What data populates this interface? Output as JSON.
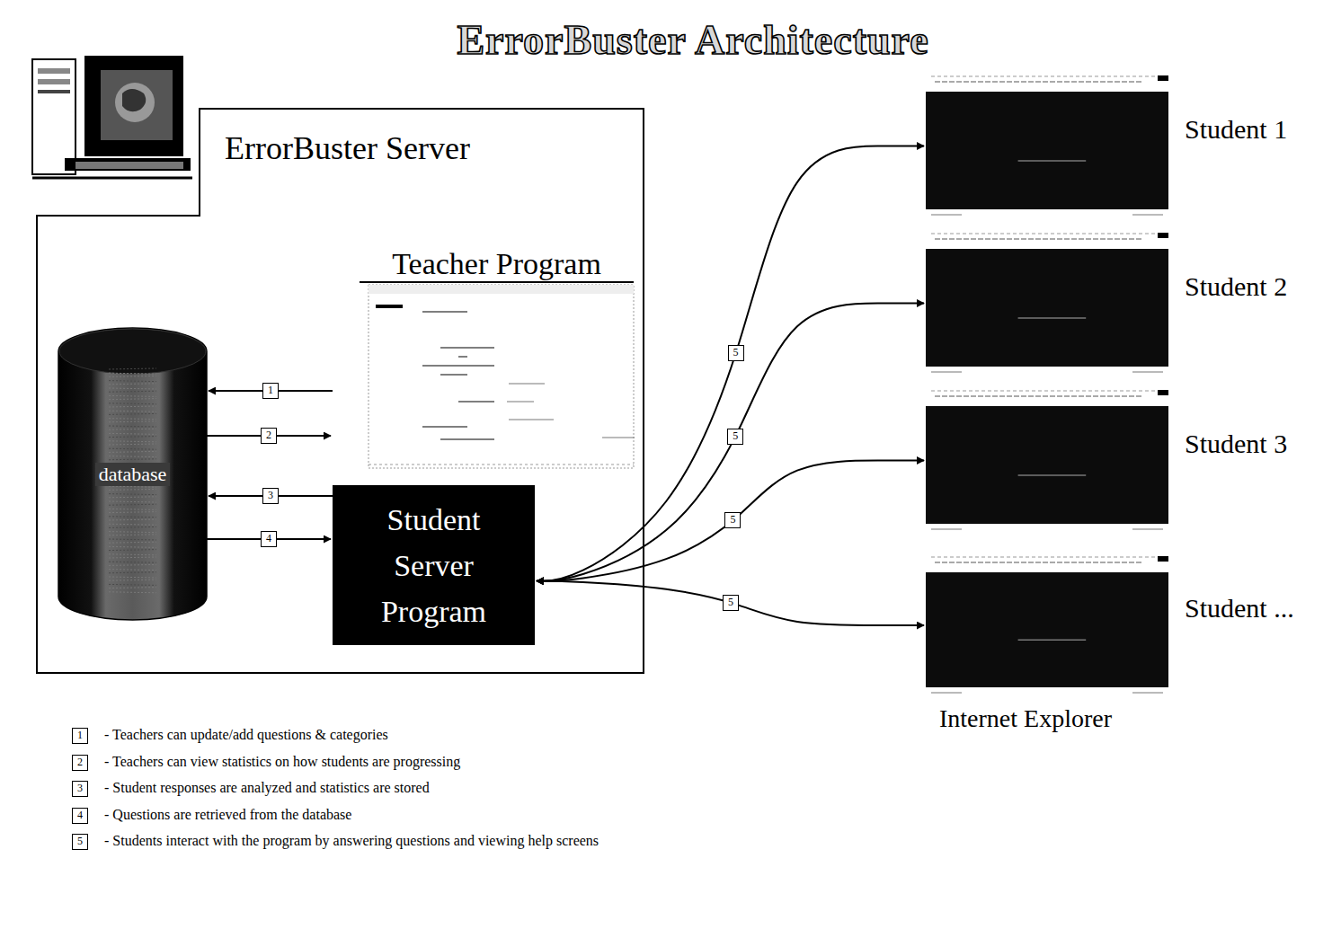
{
  "diagram": {
    "title": "ErrorBuster Architecture",
    "nodes": [
      {
        "text": [
          "ErrorBuster Server"
        ]
      },
      {
        "text": [
          "database"
        ],
        "in": 0
      },
      {
        "text": [
          "Teacher Program"
        ],
        "in": 0
      },
      {
        "text": [
          "Student Server Program"
        ],
        "in": 0
      },
      {
        "text": [
          "Student 1"
        ]
      },
      {
        "text": [
          "Student 2"
        ]
      },
      {
        "text": [
          "Student 3"
        ]
      },
      {
        "text": [
          "Student ..."
        ]
      }
    ],
    "edges": [
      {
        "from": 2,
        "to": 1,
        "label": "1",
        "arrow": "to"
      },
      {
        "from": 1,
        "to": 2,
        "label": "2",
        "arrow": "to"
      },
      {
        "from": 3,
        "to": 1,
        "label": "3",
        "arrow": "to"
      },
      {
        "from": 1,
        "to": 3,
        "label": "4",
        "arrow": "to"
      },
      {
        "from": 3,
        "to": 4,
        "label": "5",
        "arrow": "both"
      },
      {
        "from": 3,
        "to": 5,
        "label": "5",
        "arrow": "both"
      },
      {
        "from": 3,
        "to": 6,
        "label": "5",
        "arrow": "both"
      },
      {
        "from": 3,
        "to": 7,
        "label": "5",
        "arrow": "both"
      }
    ],
    "labels": [
      "Internet Explorer",
      "1",
      "2",
      "3",
      "4",
      "5"
    ],
    "legend": [
      {
        "text": "- Teachers can update/add questions & categories"
      },
      {
        "text": "- Teachers can view statistics on how students are progressing"
      },
      {
        "text": "- Student responses are analyzed and statistics are stored"
      },
      {
        "text": "- Questions are retrieved from the database"
      },
      {
        "text": "- Students interact with the program by answering questions and viewing help screens"
      }
    ]
  }
}
